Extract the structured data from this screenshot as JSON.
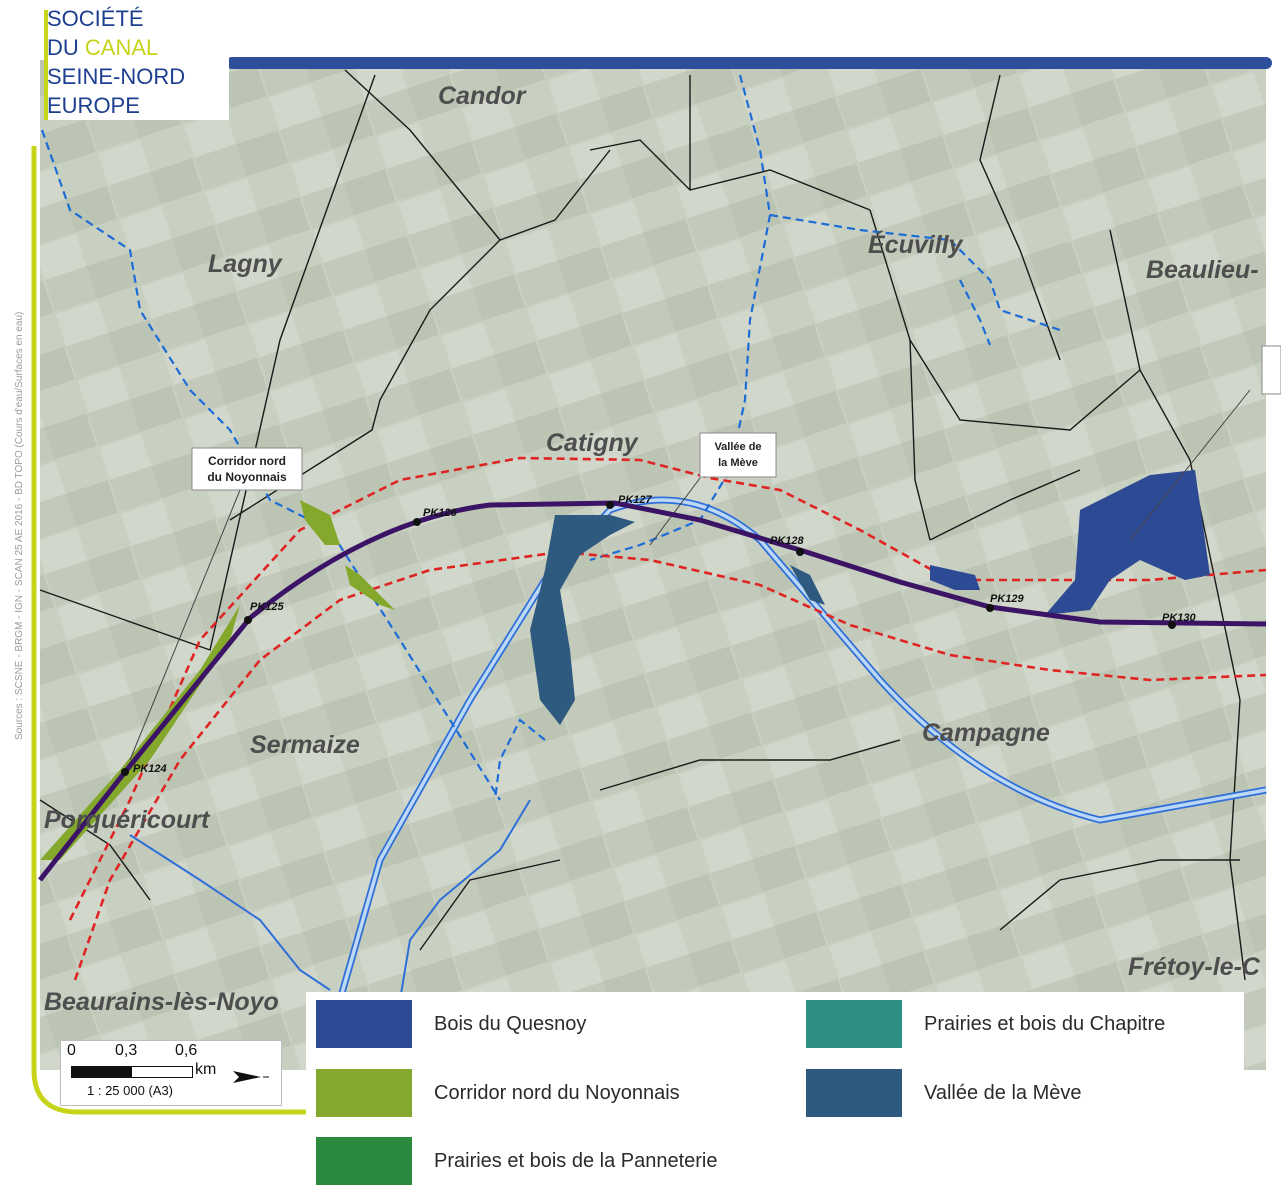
{
  "logo": {
    "line1": "SOCIÉTÉ",
    "line2_prefix": "DU ",
    "line2_accent": "CANAL",
    "line3": "SEINE-NORD",
    "line4": "EUROPE"
  },
  "sources": "Sources : SCSNE - BRGM - IGN - SCAN 25 AE 2016 - BD TOPO (Cours d'eau/Surfaces en eau)",
  "places": {
    "candor": "Candor",
    "lagny": "Lagny",
    "ecuvilly": "Écuvilly",
    "beaulieu": "Beaulieu-",
    "catigny": "Catigny",
    "sermaize": "Sermaize",
    "campagne": "Campagne",
    "porquericourt": "Porquéricourt",
    "beaurains": "Beaurains-lès-Noyo",
    "fretoy": "Frétoy-le-C"
  },
  "callouts": {
    "corridor_line1": "Corridor nord",
    "corridor_line2": "du Noyonnais",
    "vallee_line1": "Vallée de",
    "vallee_line2": "la Mève"
  },
  "markers": {
    "pk124": "PK124",
    "pk125": "PK125",
    "pk126": "PK126",
    "pk127": "PK127",
    "pk128": "PK128",
    "pk129": "PK129",
    "pk130": "PK130"
  },
  "scale": {
    "tick0": "0",
    "tick1": "0,3",
    "tick2": "0,6",
    "unit": "km",
    "ratio": "1 : 25 000 (A3)"
  },
  "legend": {
    "items": [
      {
        "label": "Bois du Quesnoy",
        "color": "#2d4a94"
      },
      {
        "label": "Prairies et bois du Chapitre",
        "color": "#2f8f83"
      },
      {
        "label": "Corridor nord du Noyonnais",
        "color": "#83a82c"
      },
      {
        "label": "Vallée de la Mève",
        "color": "#2f5a80"
      },
      {
        "label": "Prairies et bois de la Panneterie",
        "color": "#2a8a3e"
      }
    ]
  },
  "colors": {
    "canal_route": "#3b1466",
    "study_corridor": "#e02424",
    "waterway": "#6aa8e6",
    "stream": "#2f6fd8",
    "boundary": "#1a1a1a",
    "brand_blue": "#1d3f8f",
    "brand_green": "#c7d41a"
  }
}
